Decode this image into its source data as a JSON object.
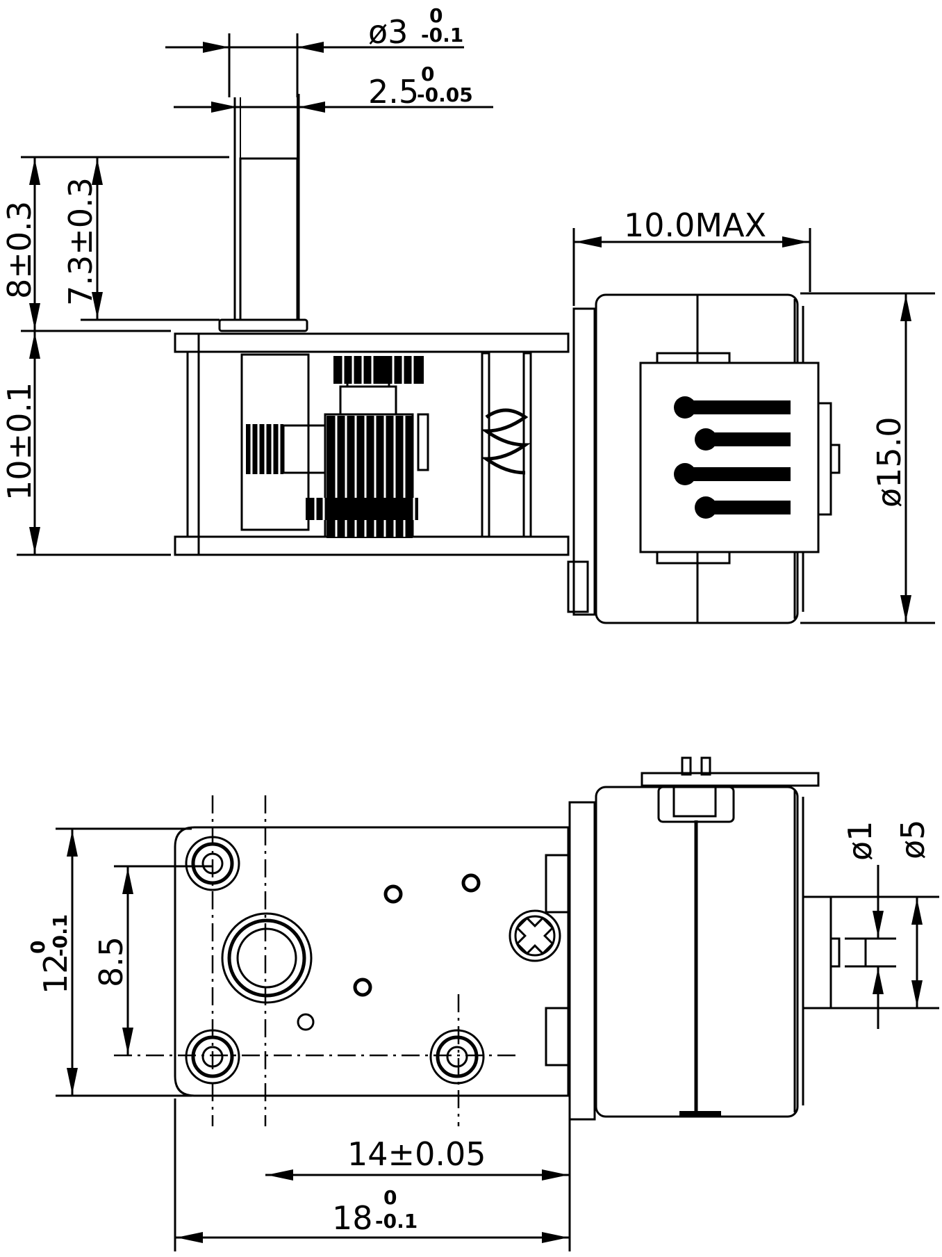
{
  "dimensions": {
    "shaft_dia": {
      "main": "ø3",
      "upper": "0",
      "lower": "-0.1"
    },
    "flat_width": {
      "main": "2.5",
      "upper": "0",
      "lower": "-0.05"
    },
    "shaft_len": "8±0.3",
    "flat_len": "7.3±0.3",
    "gearbox_height": "10±0.1",
    "motor_len": "10.0MAX",
    "motor_dia": "ø15.0",
    "width_12": {
      "main": "12",
      "upper": "0",
      "lower": "-0.1"
    },
    "hole_span": "8.5",
    "hole_dist": "14±0.05",
    "length_18": {
      "main": "18",
      "upper": "0",
      "lower": "-0.1"
    },
    "boss_small": "ø1",
    "boss_large": "ø5"
  }
}
